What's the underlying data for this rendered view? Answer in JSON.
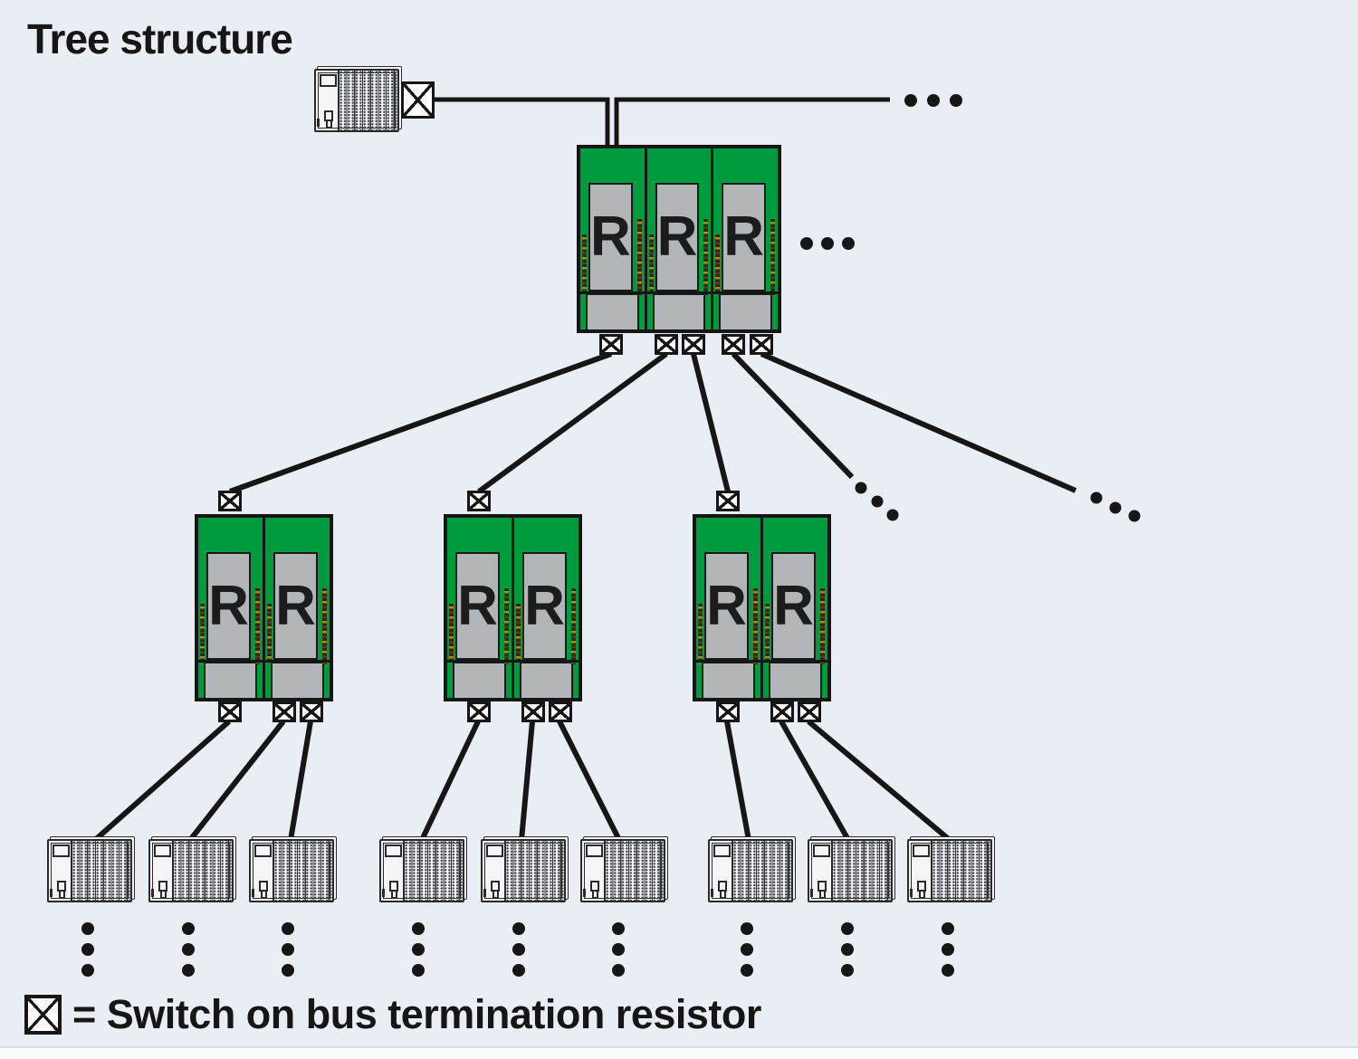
{
  "title": "Tree structure",
  "module_label": "R",
  "legend": {
    "symbol": "switch-on-bus-termination-resistor",
    "text": "= Switch on bus termination resistor"
  },
  "colors": {
    "background": "#e9edf4",
    "repeater_green": "#009b3e",
    "repeater_gray": "#b3b6b9",
    "line_black": "#161616",
    "device_fill": "#f3f5f8"
  },
  "diagram": {
    "type": "tree-network-topology",
    "description": "Tree structure of a fieldbus: a controller station feeds a head repeater block; branches with termination switches lead to repeater blocks and on to further stations",
    "root": {
      "device": "controller-station",
      "has_termination_switch": true,
      "bus_continues_right": "..."
    },
    "level1": {
      "blocks": [
        {
          "modules": [
            "R",
            "R",
            "R"
          ],
          "continues_right": "...",
          "bottom_switches": 5
        }
      ]
    },
    "level2": {
      "blocks": [
        {
          "modules": [
            "R",
            "R"
          ],
          "top_switches": 1,
          "bottom_switches": 3
        },
        {
          "modules": [
            "R",
            "R"
          ],
          "top_switches": 1,
          "bottom_switches": 3
        },
        {
          "modules": [
            "R",
            "R"
          ],
          "top_switches": 1,
          "bottom_switches": 3
        }
      ],
      "unterminated_branches_continue": 2
    },
    "level3": {
      "stations_per_block": 3,
      "total_stations": 9,
      "each_station_continues_down": "vertical ellipsis"
    }
  }
}
